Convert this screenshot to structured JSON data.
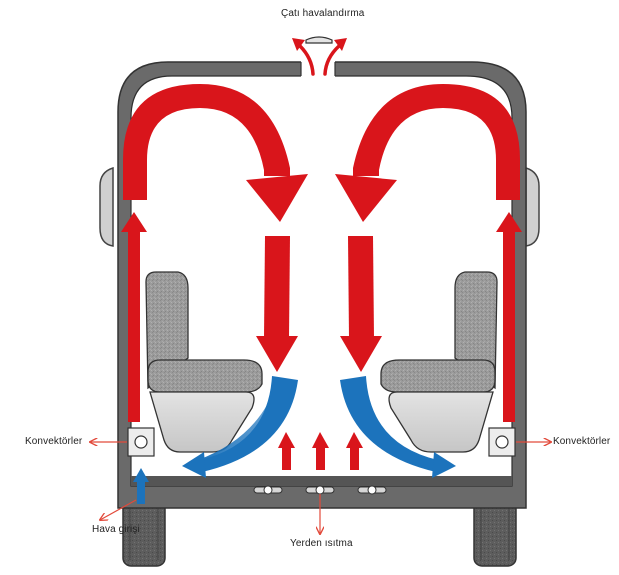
{
  "labels": {
    "roof_vent": "Çatı havalandırma",
    "convectors_left": "Konvektörler",
    "convectors_right": "Konvektörler",
    "air_inlet": "Hava girişi",
    "floor_heating": "Yerden ısıtma"
  },
  "colors": {
    "warm_air": "#d9151b",
    "cool_air": "#1c73bc",
    "body": "#6a6a6a",
    "body_dark": "#3f3f3f",
    "seat": "#9a9a9a",
    "tire": "#5a5a5a",
    "callout_arrow": "#e24a3b"
  },
  "icons": {
    "roof_vent": "roof-vent-icon",
    "convector": "convector-box-icon",
    "floor_heater": "floor-heater-icon"
  }
}
